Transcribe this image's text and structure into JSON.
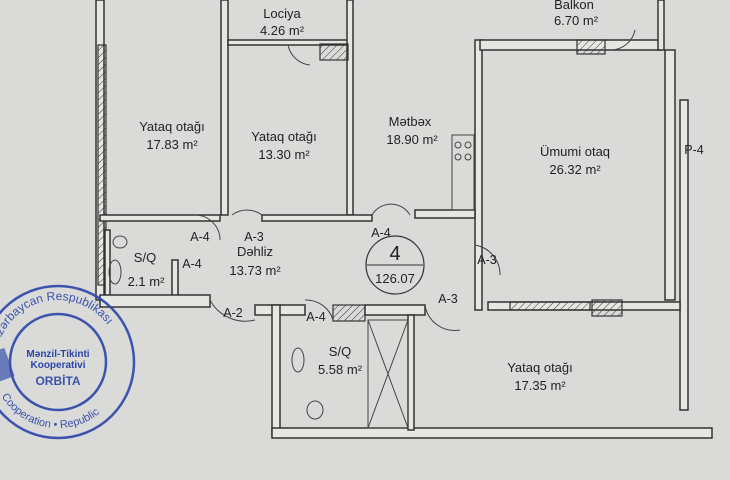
{
  "rooms": {
    "lociya": {
      "name": "Lociya",
      "area": "4.26 m²"
    },
    "balkon": {
      "name": "Balkon",
      "area": "6.70 m²"
    },
    "bedroom1": {
      "name": "Yataq otağı",
      "area": "17.83 m²"
    },
    "bedroom2": {
      "name": "Yataq otağı",
      "area": "13.30 m²"
    },
    "kitchen": {
      "name": "Mətbəx",
      "area": "18.90 m²"
    },
    "living": {
      "name": "Ümumi otaq",
      "area": "26.32 m²"
    },
    "hall": {
      "name": "Dəhliz",
      "area": "13.73 m²"
    },
    "bath1": {
      "name": "S/Q",
      "area": "2.1 m²"
    },
    "bath2": {
      "name": "S/Q",
      "area": "5.58 m²"
    },
    "bedroom3": {
      "name": "Yataq otağı",
      "area": "17.35 m²"
    }
  },
  "apartment": {
    "number": "4",
    "total_area": "126.07"
  },
  "tags": {
    "p4": "P-4",
    "a4_left": "A-4",
    "a3_hall": "A-3",
    "a4_kitchen": "A-4",
    "a3_living": "A-3",
    "a4_bath1": "A-4",
    "a2": "A-2",
    "a4_bath2": "A-4",
    "a3_bedroom3": "A-3"
  },
  "stamp": {
    "text_outer": "Azərbaycan Respublikası",
    "text_inner": "Mənzil-Tikinti Kooperativi",
    "name": "ORBİTA",
    "text_bottom": "Cooperation • Republic"
  }
}
